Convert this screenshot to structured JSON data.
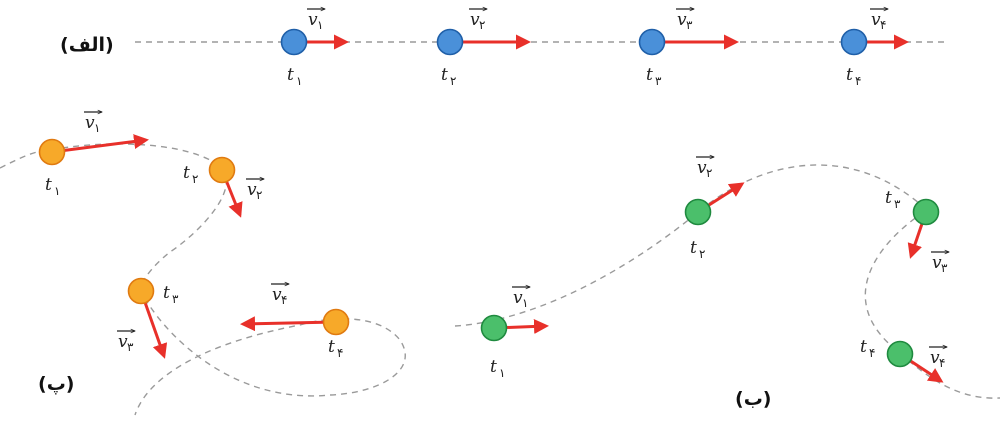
{
  "diagram": {
    "parts": {
      "alef": {
        "label": "(الف)"
      },
      "be": {
        "label": "(ب)"
      },
      "pe": {
        "label": "(پ)"
      }
    },
    "colors": {
      "path": "#9a9a9a",
      "arrow": "#e8302a",
      "blue_fill": "#4a90d9",
      "blue_stroke": "#1f5fa8",
      "orange_fill": "#f7a929",
      "orange_stroke": "#e07a10",
      "green_fill": "#4bbf6b",
      "green_stroke": "#1f8a3f"
    },
    "symbols": {
      "velocity": "v",
      "time": "t",
      "subs": [
        "۱",
        "۲",
        "۳",
        "۴"
      ]
    }
  }
}
